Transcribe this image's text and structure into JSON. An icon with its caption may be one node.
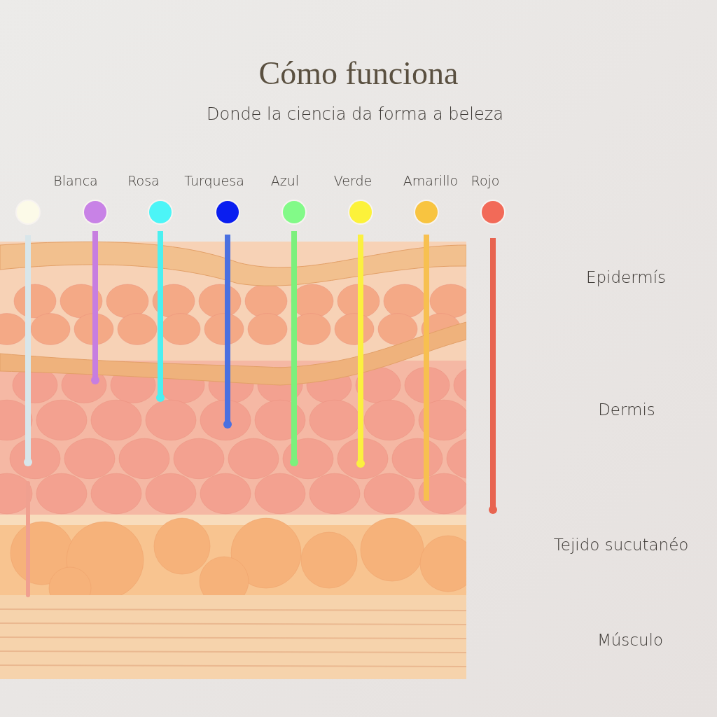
{
  "diagram": {
    "title": "Cómo funciona",
    "nodes": [
      {
        "text": [],
        "shape": "circle"
      },
      {
        "text": [],
        "shape": "circle"
      },
      {
        "text": [],
        "shape": "circle"
      },
      {
        "text": [],
        "shape": "circle"
      },
      {
        "text": [],
        "shape": "circle"
      },
      {
        "text": [],
        "shape": "circle"
      },
      {
        "text": [],
        "shape": "circle"
      },
      {
        "text": [],
        "shape": "circle"
      }
    ],
    "edges": [
      {
        "from": 0,
        "to": null,
        "arrow": "other",
        "color": "#d8e6ea"
      },
      {
        "from": 1,
        "to": null,
        "arrow": "other",
        "color": "#c77ee0"
      },
      {
        "from": 2,
        "to": null,
        "arrow": "other",
        "color": "#4cf0f0"
      },
      {
        "from": 3,
        "to": null,
        "arrow": "other",
        "color": "#4a70e0"
      },
      {
        "from": 4,
        "to": null,
        "arrow": "other",
        "color": "#7cf07c"
      },
      {
        "from": 5,
        "to": null,
        "arrow": "other",
        "color": "#fbf040"
      },
      {
        "from": 6,
        "to": null,
        "arrow": "none",
        "color": "#f7c050"
      },
      {
        "from": 7,
        "to": null,
        "arrow": "other",
        "color": "#e86450"
      }
    ],
    "labels": [
      "Donde la ciencia da forma a beleza",
      "Blanca",
      "Rosa",
      "Turquesa",
      "Azul",
      "Verde",
      "Amarillo",
      "Rojo",
      "Epidermís",
      "Dermis",
      "Tejido sucutanéo",
      "Músculo"
    ]
  }
}
